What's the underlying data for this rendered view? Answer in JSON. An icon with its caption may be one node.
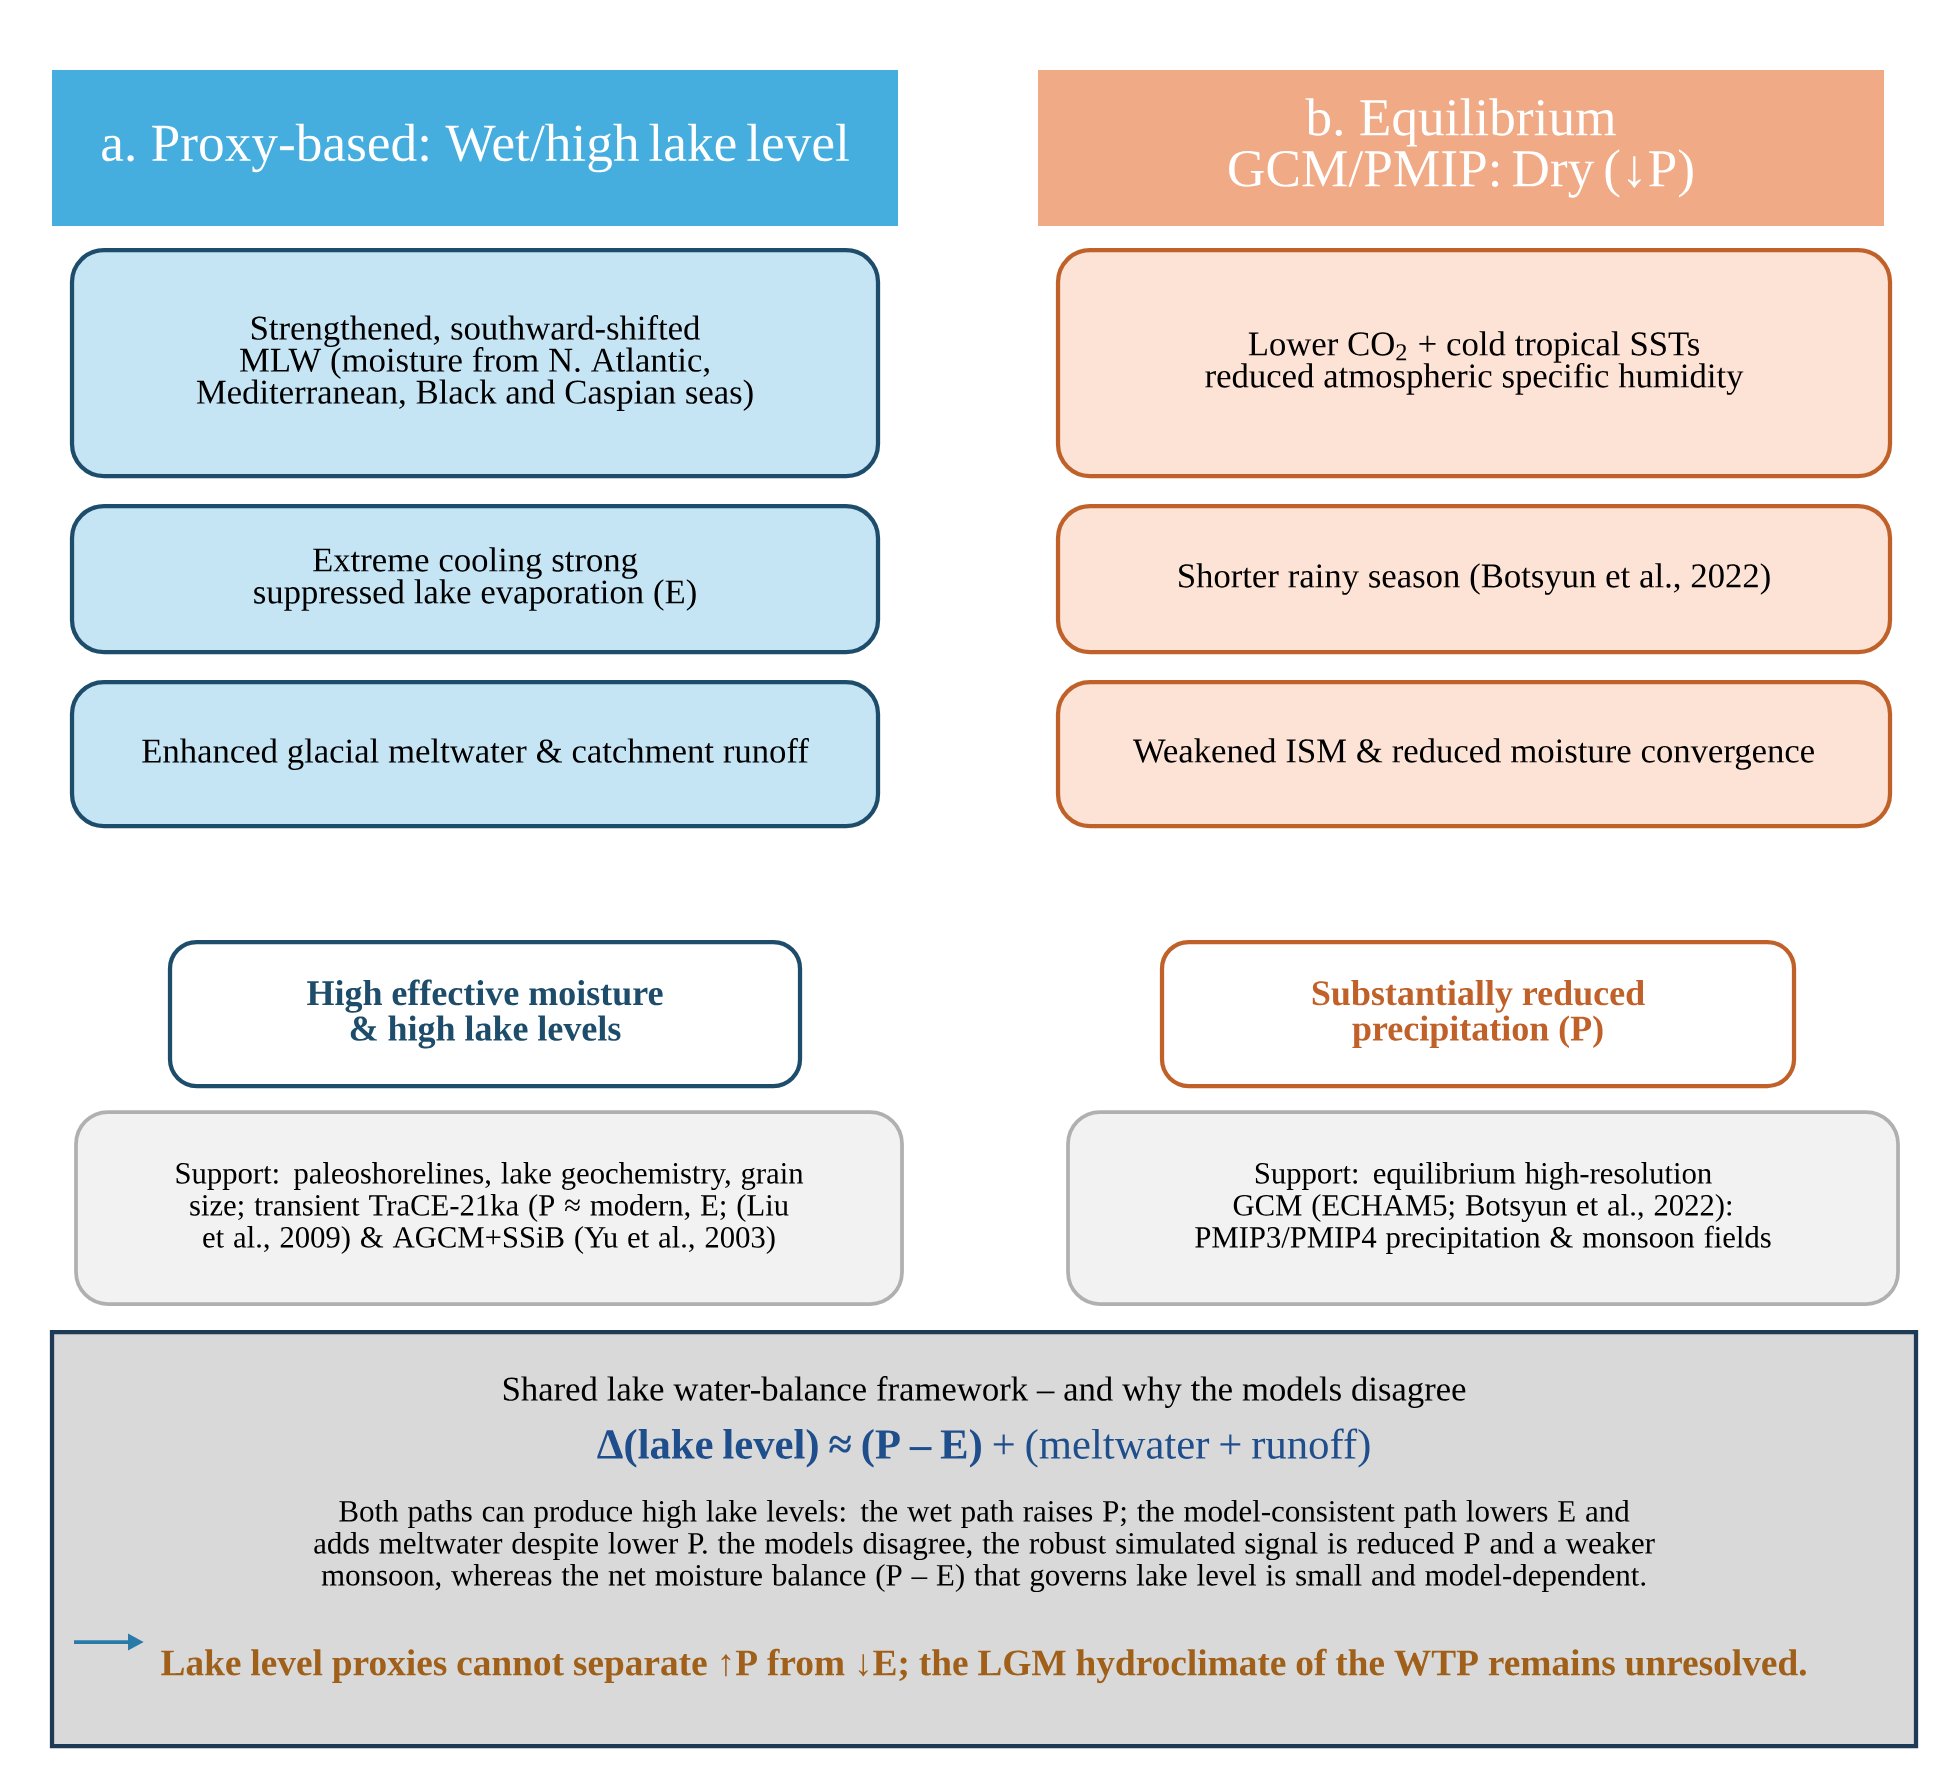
{
  "diagram": {
    "nodes": [
      {
        "text": [
          "a. Proxy-based: Wet/high lake level"
        ]
      },
      {
        "text": [
          "Strengthened, southward-shifted MLW (moisture from N. Atlantic, Mediterranean, Black and Caspian seas)"
        ]
      },
      {
        "text": [
          "Extreme cooling strong suppressed lake evaporation (E)"
        ]
      },
      {
        "text": [
          "Enhanced glacial meltwater & catchment runoff"
        ]
      },
      {
        "text": [
          "b. Equilibrium GCM/PMIP: Dry (↓P)"
        ]
      },
      {
        "text": [
          "Lower CO$_{2}$ + cold tropical SSTs reduced atmospheric specific humidity"
        ]
      },
      {
        "text": [
          "Shorter rainy season (Botsyun et al., 2022)"
        ]
      },
      {
        "text": [
          "Weakened ISM & reduced moisture convergence"
        ]
      },
      {
        "text": [
          "High effective moisture & high lake levels"
        ]
      },
      {
        "text": [
          "Support: paleoshorelines, lake geochemistry, grain size; transient TraCE-21ka (P ≈ modern, E; (Liu et al., 2009) & AGCM+SSiB (Yu et al., 2003)"
        ]
      },
      {
        "text": [
          "Substantially reduced precipitation (P)"
        ]
      },
      {
        "text": [
          "Support: equilibrium high-resolution GCM (ECHAM5; Botsyun et al., 2022): PMIP3/PMIP4 precipitation & monsoon fields"
        ]
      },
      {
        "text": [
          "Shared lake water-balance framework – and why the models disagree",
          "**Δ(lake level) ≈ (P – E)** + (meltwater + runoff)",
          "Both paths can produce high lake levels: the wet path raises P; the model-consistent path lowers E and adds meltwater despite lower P. the models disagree, the robust simulated signal is reduced P and a weaker monsoon, whereas the net moisture balance (P – E) that governs lake level is small and model-dependent.",
          "Lake level proxies cannot separate ↑P from ↓E; the LGM hydroclimate of the WTP remains unresolved."
        ]
      }
    ]
  }
}
